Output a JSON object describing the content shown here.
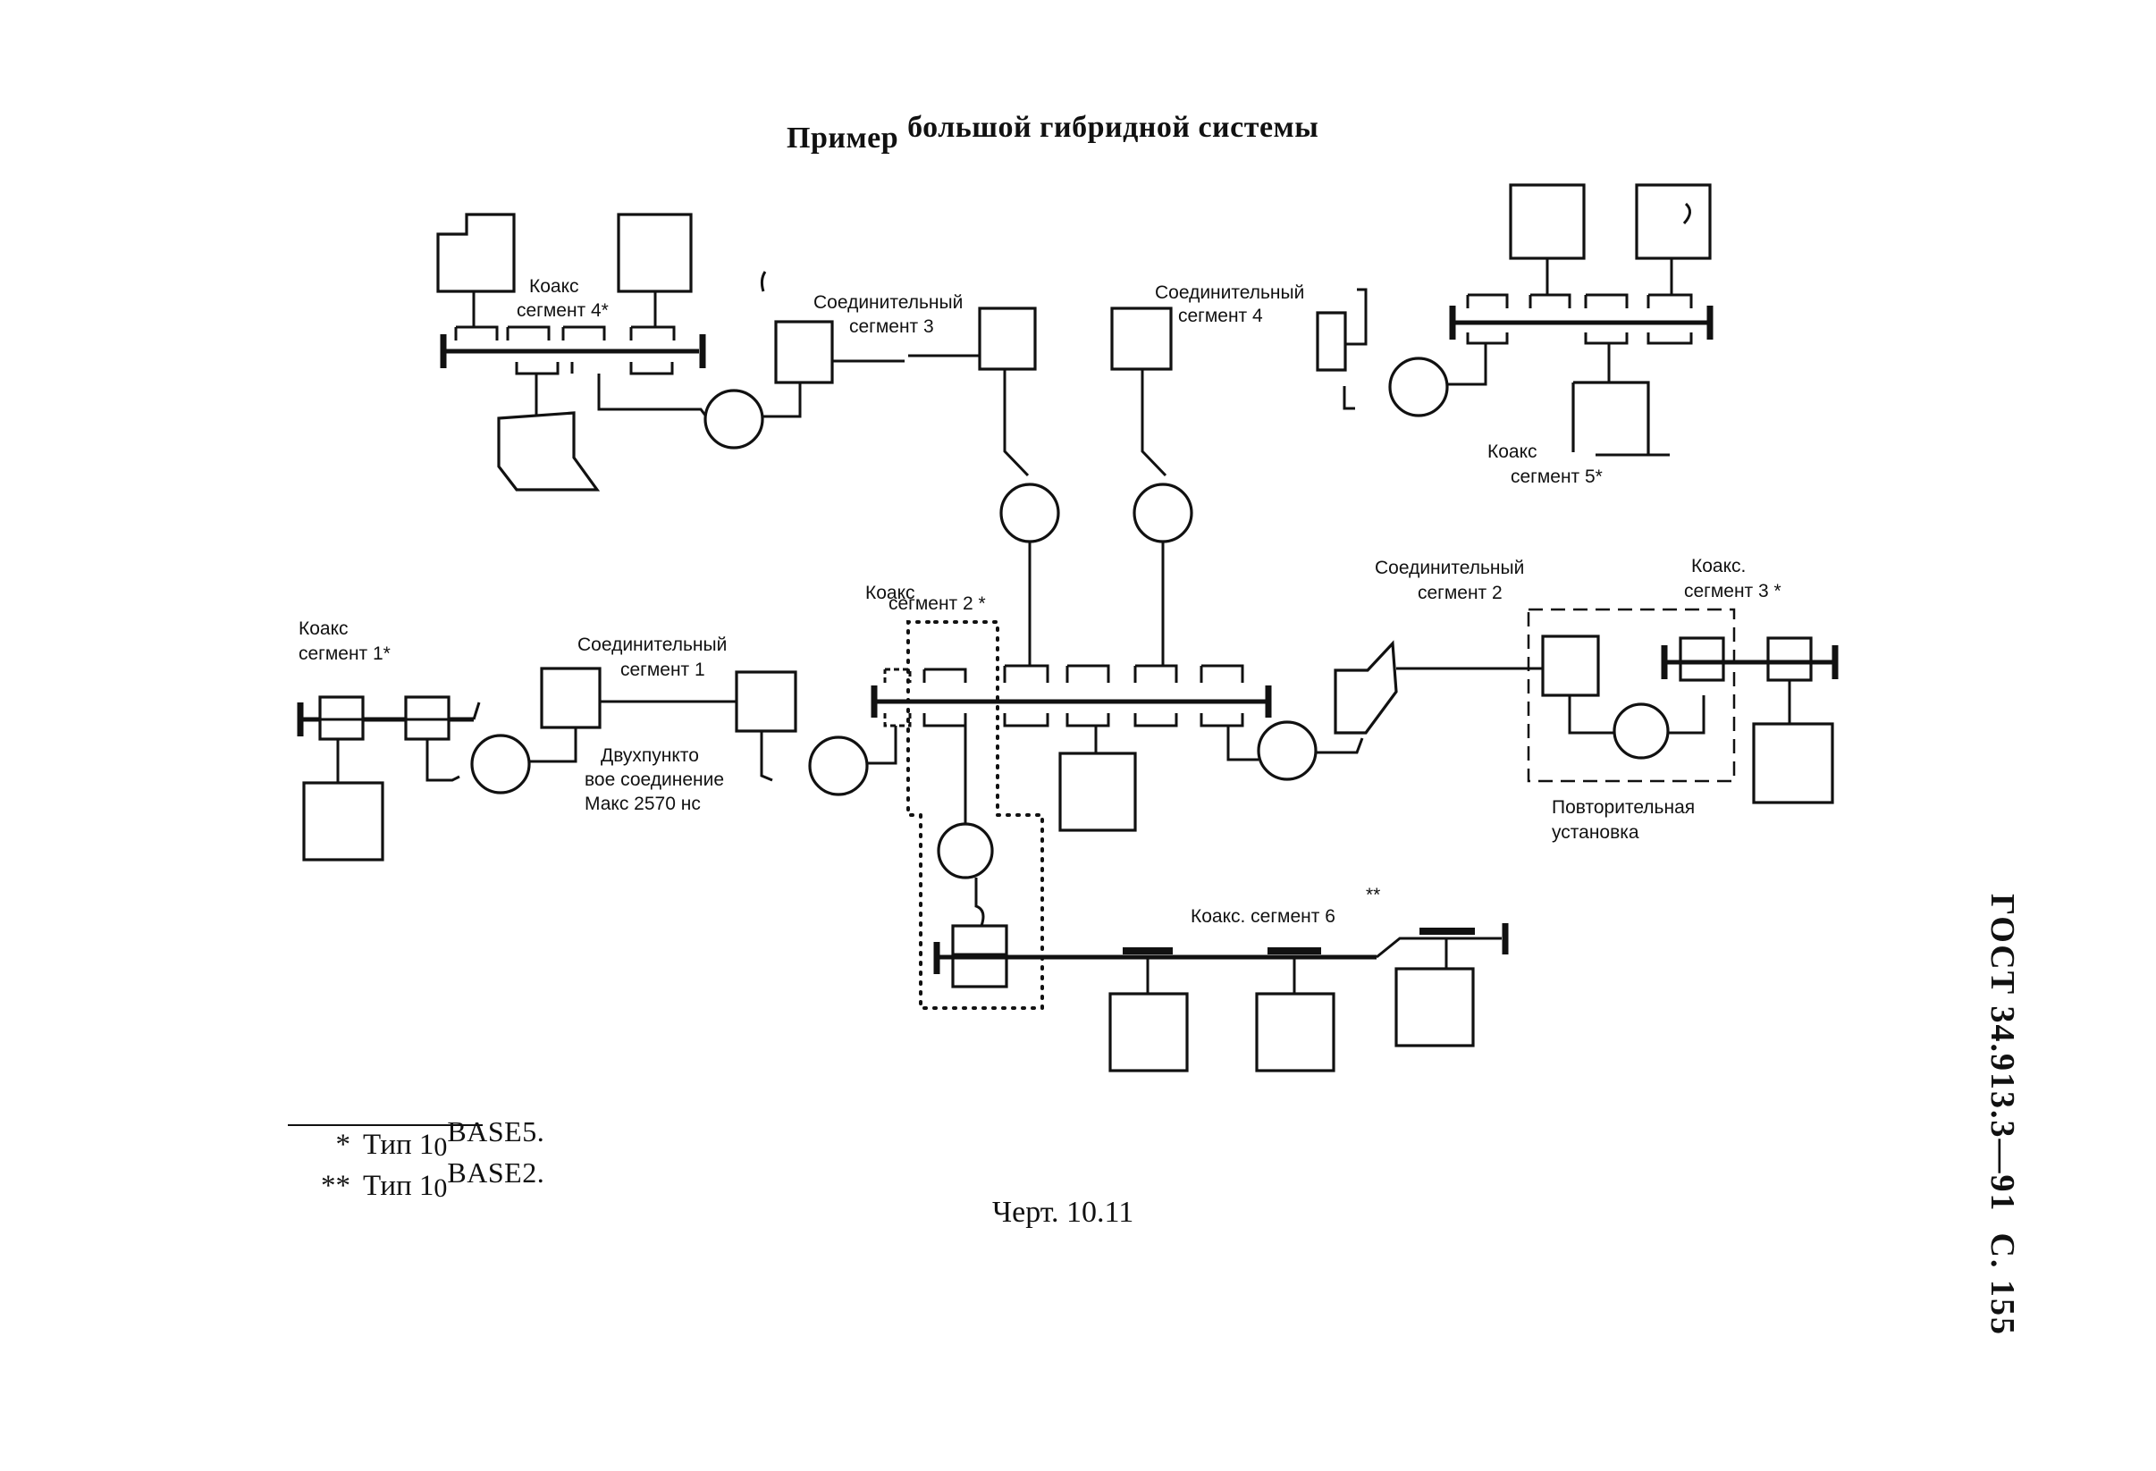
{
  "document": {
    "title_part1": "Пример",
    "title_part2": "большой гибридной системы",
    "caption": "Черт. 10.11",
    "side_header": "ГОСТ 34.913.3—91  С. 155"
  },
  "footnotes": [
    {
      "marker": "*",
      "prefix": "Тип 1",
      "digit": "0",
      "standard": "BASE5."
    },
    {
      "marker": "**",
      "prefix": "Тип 1",
      "digit": "0",
      "standard": "BASE2."
    }
  ],
  "labels": {
    "coax4_a": "Коакс",
    "coax4_b": "сегмент 4*",
    "link3_a": "Соединительный",
    "link3_b": "сегмент 3",
    "link4_a": "Соединительный",
    "link4_b": "сегмент 4",
    "coax5_a": "Коакс",
    "coax5_b": "сегмент 5*",
    "coax1_a": "Коакс",
    "coax1_b": "сегмент 1*",
    "link1_a": "Соединительный",
    "link1_b": "сегмент 1",
    "p2p_a": "Двухпункто",
    "p2p_b": "вое соединение",
    "p2p_c": "Макс 2570 нс",
    "coax2_a": "Коакс",
    "coax2_b": "сегмент 2 *",
    "link2_a": "Соединительный",
    "link2_b": "сегмент 2",
    "coax3_a": "Коакс.",
    "coax3_b": "сегмент 3 *",
    "repeater_a": "Повторительная",
    "repeater_b": "установка",
    "coax6": "Коакс. сегмент 6",
    "coax6_mark": "**"
  }
}
